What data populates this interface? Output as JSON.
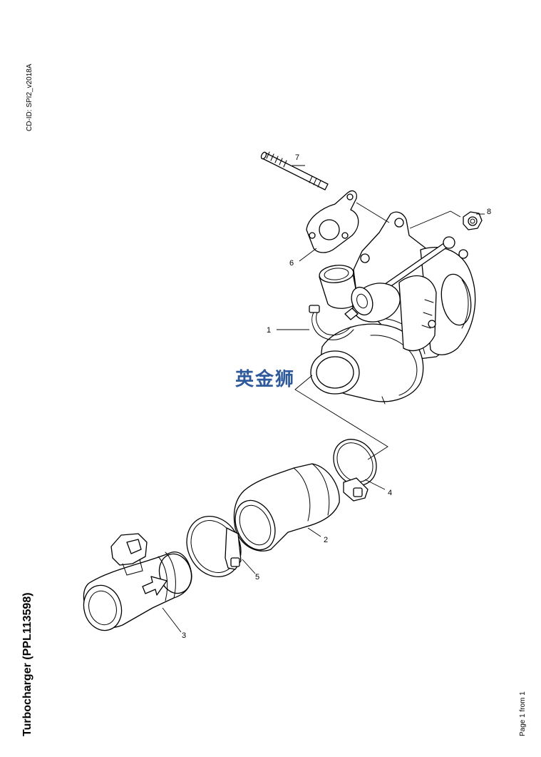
{
  "header": {
    "cd_id": "CD-ID: SPI2_v2018A"
  },
  "title": "Turbocharger (PPL113598)",
  "footer": {
    "page": "Page 1 from 1"
  },
  "watermark": "英金狮",
  "callouts": {
    "turbocharger": "1",
    "hose": "2",
    "air_flow_sensor_housing": "3",
    "clamp_upper": "4",
    "clamp_lower": "5",
    "gasket": "6",
    "stud": "7",
    "nut": "8"
  }
}
